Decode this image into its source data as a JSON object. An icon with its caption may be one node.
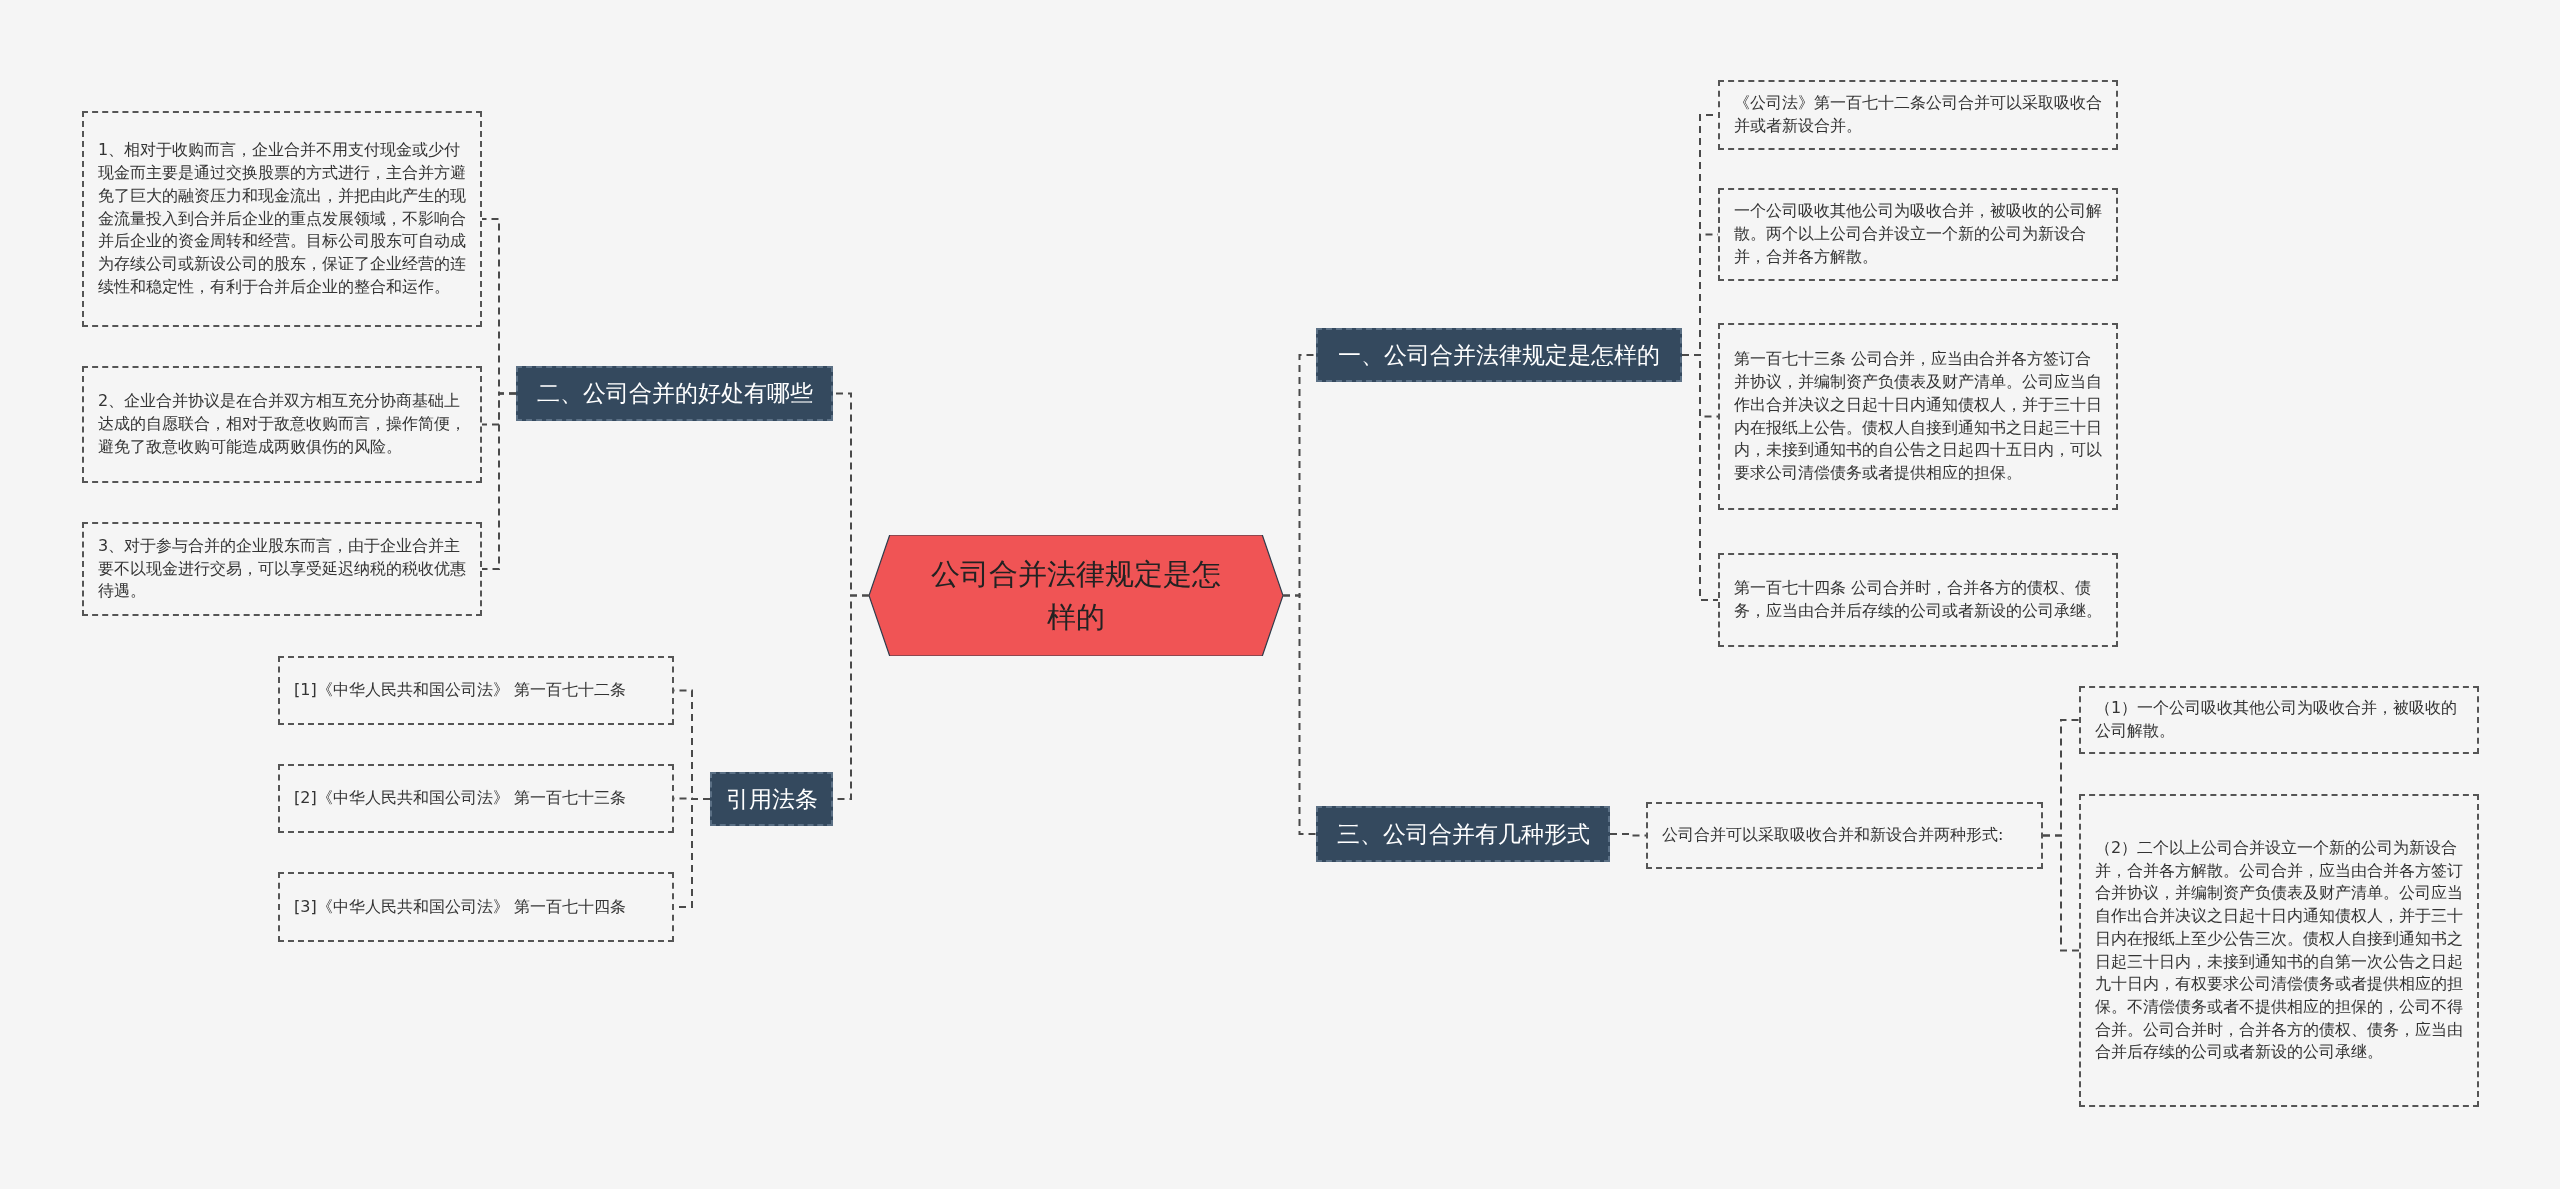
{
  "diagram": {
    "nodes": [
      {
        "text": [
          "公司合并法律规定是怎样的"
        ]
      },
      {
        "text": [
          "一、公司合并法律规定是怎样的"
        ]
      },
      {
        "text": [
          "《公司法》第一百七十二条公司合并可以采取吸收合并或者新设合并。"
        ]
      },
      {
        "text": [
          "一个公司吸收其他公司为吸收合并，被吸收的公司解散。两个以上公司合并设立一个新的公司为新设合并，合并各方解散。"
        ]
      },
      {
        "text": [
          "第一百七十三条 公司合并，应当由合并各方签订合并协议，并编制资产负债表及财产清单。公司应当自作出合并决议之日起十日内通知债权人，并于三十日内在报纸上公告。债权人自接到通知书之日起三十日内，未接到通知书的自公告之日起四十五日内，可以要求公司清偿债务或者提供相应的担保。"
        ]
      },
      {
        "text": [
          "第一百七十四条 公司合并时，合并各方的债权、债务，应当由合并后存续的公司或者新设的公司承继。"
        ]
      },
      {
        "text": [
          "三、公司合并有几种形式"
        ]
      },
      {
        "text": [
          "公司合并可以采取吸收合并和新设合并两种形式:"
        ]
      },
      {
        "text": [
          "（1）一个公司吸收其他公司为吸收合并，被吸收的公司解散。"
        ]
      },
      {
        "text": [
          "（2）二个以上公司合并设立一个新的公司为新设合并，合并各方解散。公司合并，应当由合并各方签订合并协议，并编制资产负债表及财产清单。公司应当自作出合并决议之日起十日内通知债权人，并于三十日内在报纸上至少公告三次。债权人自接到通知书之日起三十日内，未接到通知书的自第一次公告之日起九十日内，有权要求公司清偿债务或者提供相应的担保。不清偿债务或者不提供相应的担保的，公司不得合并。公司合并时，合并各方的债权、债务，应当由合并后存续的公司或者新设的公司承继。"
        ]
      },
      {
        "text": [
          "二、公司合并的好处有哪些"
        ]
      },
      {
        "text": [
          "1、相对于收购而言，企业合并不用支付现金或少付现金而主要是通过交换股票的方式进行，主合并方避免了巨大的融资压力和现金流出，并把由此产生的现金流量投入到合并后企业的重点发展领域，不影响合并后企业的资金周转和经营。目标公司股东可自动成为存续公司或新设公司的股东，保证了企业经营的连续性和稳定性，有利于合并后企业的整合和运作。"
        ]
      },
      {
        "text": [
          "2、企业合并协议是在合并双方相互充分协商基础上达成的自愿联合，相对于敌意收购而言，操作简便，避免了敌意收购可能造成两败俱伤的风险。"
        ]
      },
      {
        "text": [
          "3、对于参与合并的企业股东而言，由于企业合并主要不以现金进行交易，可以享受延迟纳税的税收优惠待遇。"
        ]
      },
      {
        "text": [
          "引用法条"
        ]
      },
      {
        "text": [
          "[1]《中华人民共和国公司法》 第一百七十二条"
        ]
      },
      {
        "text": [
          "[2]《中华人民共和国公司法》 第一百七十三条"
        ]
      },
      {
        "text": [
          "[3]《中华人民共和国公司法》 第一百七十四条"
        ]
      }
    ],
    "edges": [
      {
        "from": 0,
        "to": 1,
        "arrow": "none"
      },
      {
        "from": 1,
        "to": 2,
        "arrow": "none"
      },
      {
        "from": 1,
        "to": 3,
        "arrow": "none"
      },
      {
        "from": 1,
        "to": 4,
        "arrow": "none"
      },
      {
        "from": 1,
        "to": 5,
        "arrow": "none"
      },
      {
        "from": 0,
        "to": 6,
        "arrow": "none"
      },
      {
        "from": 6,
        "to": 7,
        "arrow": "none"
      },
      {
        "from": 7,
        "to": 8,
        "arrow": "none"
      },
      {
        "from": 7,
        "to": 9,
        "arrow": "none"
      },
      {
        "from": 0,
        "to": 10,
        "arrow": "none"
      },
      {
        "from": 10,
        "to": 11,
        "arrow": "none"
      },
      {
        "from": 10,
        "to": 12,
        "arrow": "none"
      },
      {
        "from": 10,
        "to": 13,
        "arrow": "none"
      },
      {
        "from": 0,
        "to": 14,
        "arrow": "none"
      },
      {
        "from": 14,
        "to": 15,
        "arrow": "none"
      },
      {
        "from": 14,
        "to": 16,
        "arrow": "none"
      },
      {
        "from": 14,
        "to": 17,
        "arrow": "none"
      }
    ]
  }
}
